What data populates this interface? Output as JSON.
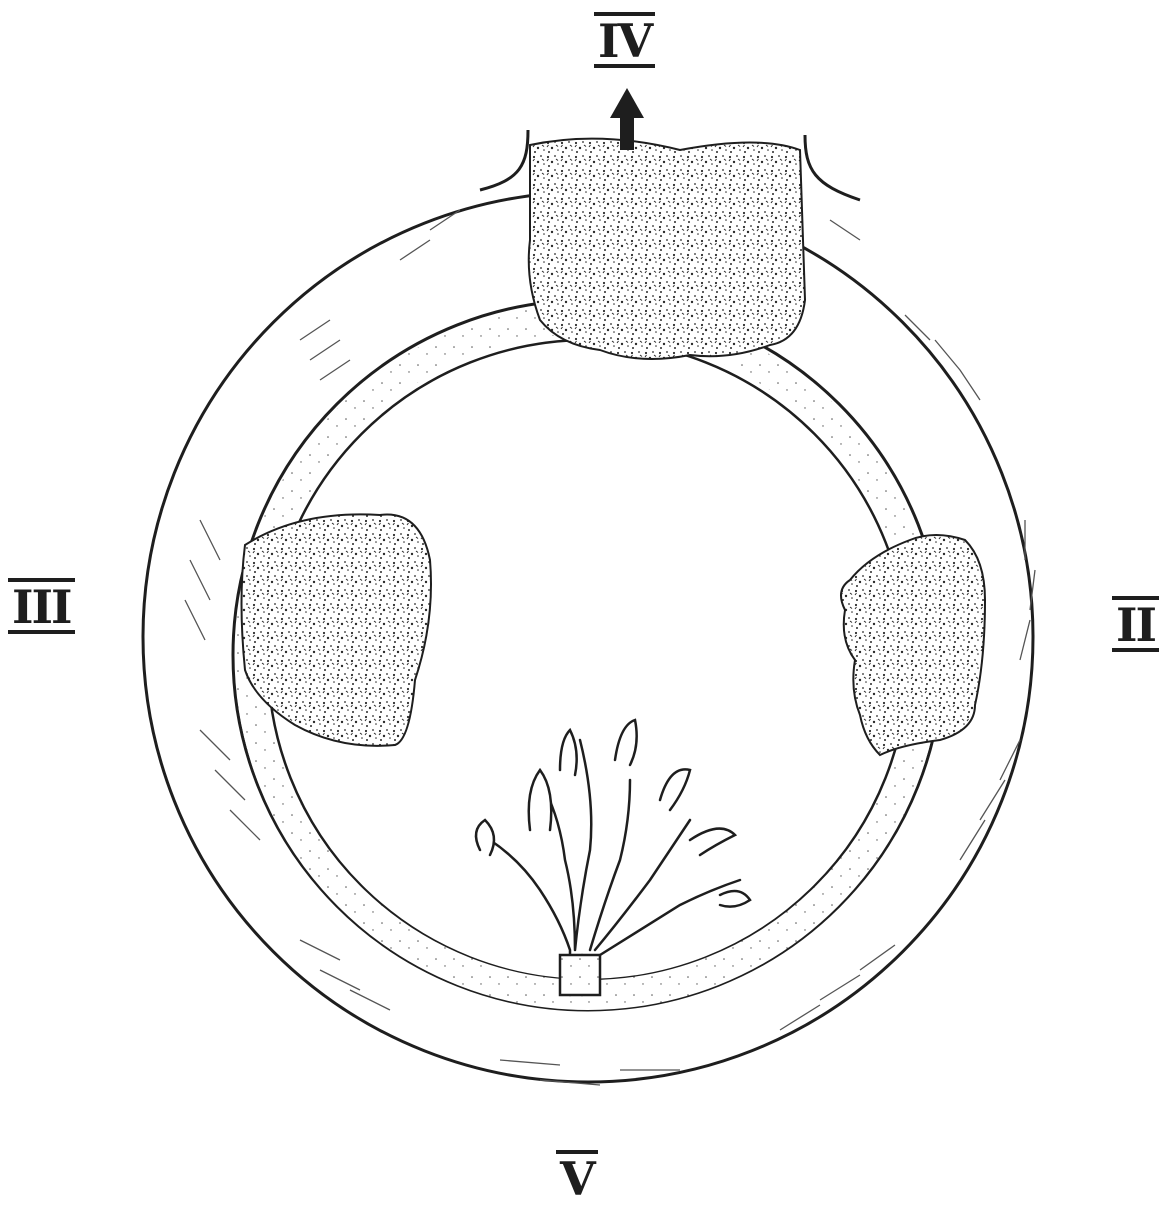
{
  "diagram": {
    "labels": {
      "top": "IV",
      "left": "III",
      "right": "II",
      "bottom": "V"
    },
    "colors": {
      "ink": "#1e1e1e",
      "stipple": "#3a3a3a",
      "paper": "#ffffff"
    },
    "icons": {
      "arrow": "arrow-up-icon",
      "branching_organism": "branching-coral-icon"
    }
  }
}
